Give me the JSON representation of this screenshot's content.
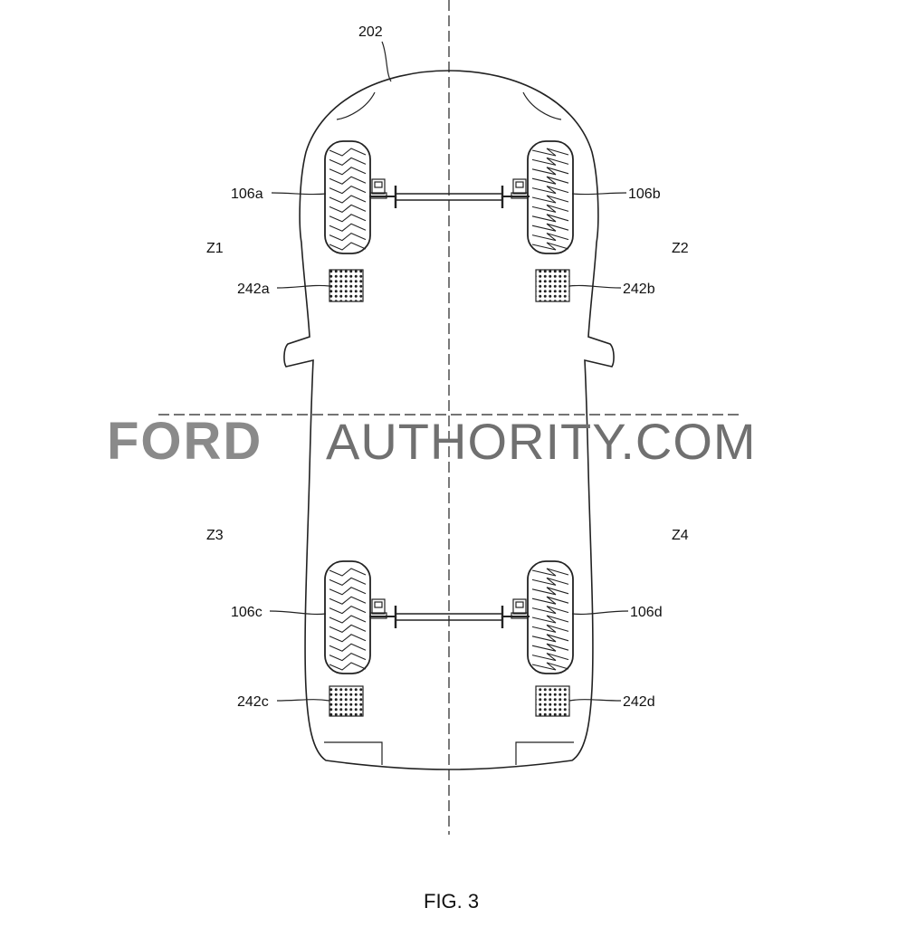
{
  "labels": {
    "body": "202",
    "wheel_fl": "106a",
    "wheel_fr": "106b",
    "wheel_rl": "106c",
    "wheel_rr": "106d",
    "zone_1": "Z1",
    "zone_2": "Z2",
    "zone_3": "Z3",
    "zone_4": "Z4",
    "sensor_fl": "242a",
    "sensor_fr": "242b",
    "sensor_rl": "242c",
    "sensor_rr": "242d"
  },
  "caption": "FIG. 3",
  "watermark": {
    "brand": "FORD",
    "domain": "AUTHORITY.COM",
    "brand_color": "#8a8a8a",
    "domain_color": "#707070"
  },
  "line_color": "#222222"
}
